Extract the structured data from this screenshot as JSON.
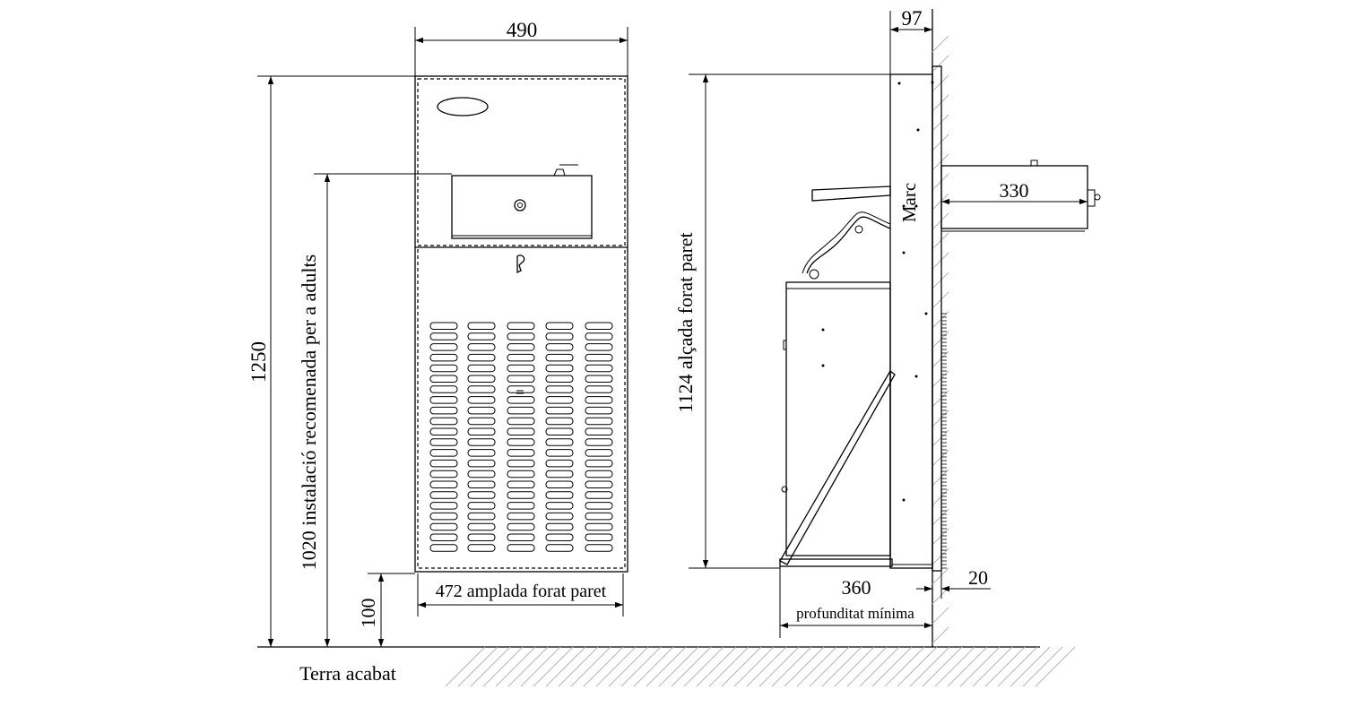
{
  "front_view": {
    "width_total": "490",
    "height_total": "1250",
    "installation_height": "1020 instalació recomenada per a adults",
    "base_height": "100",
    "wall_opening_width": "472 amplada forat paret"
  },
  "side_view": {
    "frame_depth": "97",
    "opening_height": "1124 alçada forat paret",
    "frame_label": "Marc",
    "basin_depth": "330",
    "min_depth_value": "360",
    "min_depth_label": "profunditat mínima",
    "flange": "20"
  },
  "floor_label": "Terra acabat"
}
